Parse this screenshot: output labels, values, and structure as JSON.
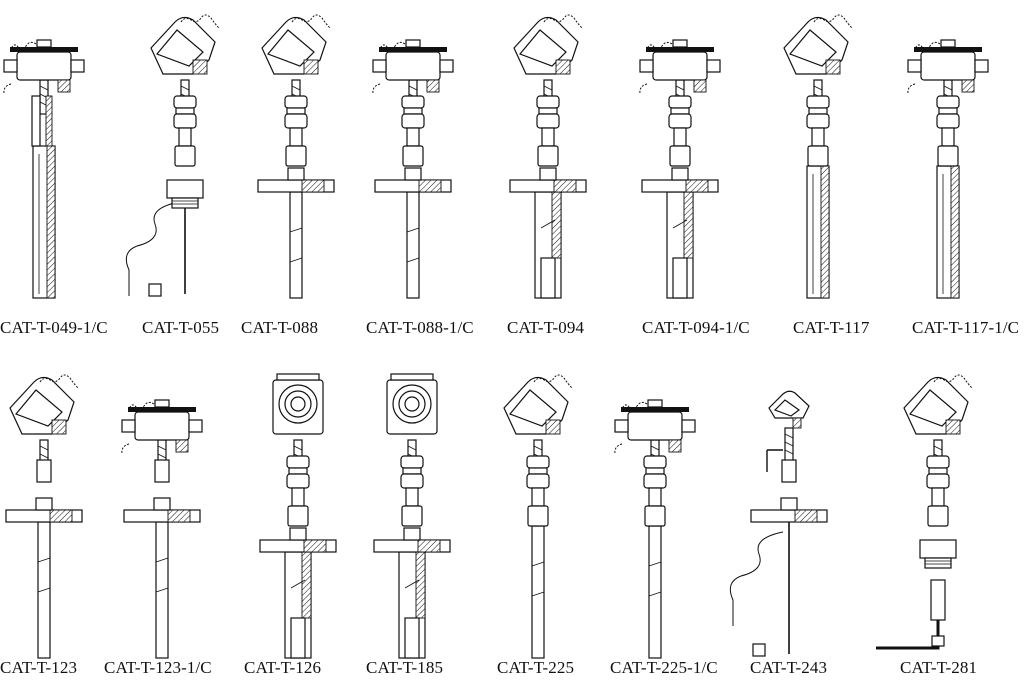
{
  "rows": [
    {
      "items": [
        {
          "code": "CAT-T-049-1/C",
          "head": "flat",
          "neck": "bracket",
          "mount": "none",
          "sheath": "long"
        },
        {
          "code": "CAT-T-055",
          "head": "round",
          "neck": "union",
          "mount": "thread",
          "sheath": "capillary"
        },
        {
          "code": "CAT-T-088",
          "head": "round",
          "neck": "union",
          "mount": "flange",
          "sheath": "thin"
        },
        {
          "code": "CAT-T-088-1/C",
          "head": "flat",
          "neck": "union",
          "mount": "flange",
          "sheath": "thin"
        },
        {
          "code": "CAT-T-094",
          "head": "round",
          "neck": "union",
          "mount": "flange",
          "sheath": "thick"
        },
        {
          "code": "CAT-T-094-1/C",
          "head": "flat",
          "neck": "union",
          "mount": "flange",
          "sheath": "thick"
        },
        {
          "code": "CAT-T-117",
          "head": "round",
          "neck": "union",
          "mount": "none",
          "sheath": "long"
        },
        {
          "code": "CAT-T-117-1/C",
          "head": "flat",
          "neck": "union",
          "mount": "none",
          "sheath": "long"
        }
      ]
    },
    {
      "items": [
        {
          "code": "CAT-T-123",
          "head": "round",
          "neck": "plain",
          "mount": "flange",
          "sheath": "thin"
        },
        {
          "code": "CAT-T-123-1/C",
          "head": "flat",
          "neck": "plain",
          "mount": "flange",
          "sheath": "thin"
        },
        {
          "code": "CAT-T-126",
          "head": "explosion",
          "neck": "union",
          "mount": "flange",
          "sheath": "thick"
        },
        {
          "code": "CAT-T-185",
          "head": "explosion",
          "neck": "union",
          "mount": "flange",
          "sheath": "thick"
        },
        {
          "code": "CAT-T-225",
          "head": "round",
          "neck": "union",
          "mount": "none",
          "sheath": "thin"
        },
        {
          "code": "CAT-T-225-1/C",
          "head": "flat",
          "neck": "union",
          "mount": "none",
          "sheath": "thin"
        },
        {
          "code": "CAT-T-243",
          "head": "small",
          "neck": "plain",
          "mount": "flange",
          "sheath": "capillary"
        },
        {
          "code": "CAT-T-281",
          "head": "round",
          "neck": "union",
          "mount": "thread",
          "sheath": "bent"
        }
      ]
    }
  ]
}
